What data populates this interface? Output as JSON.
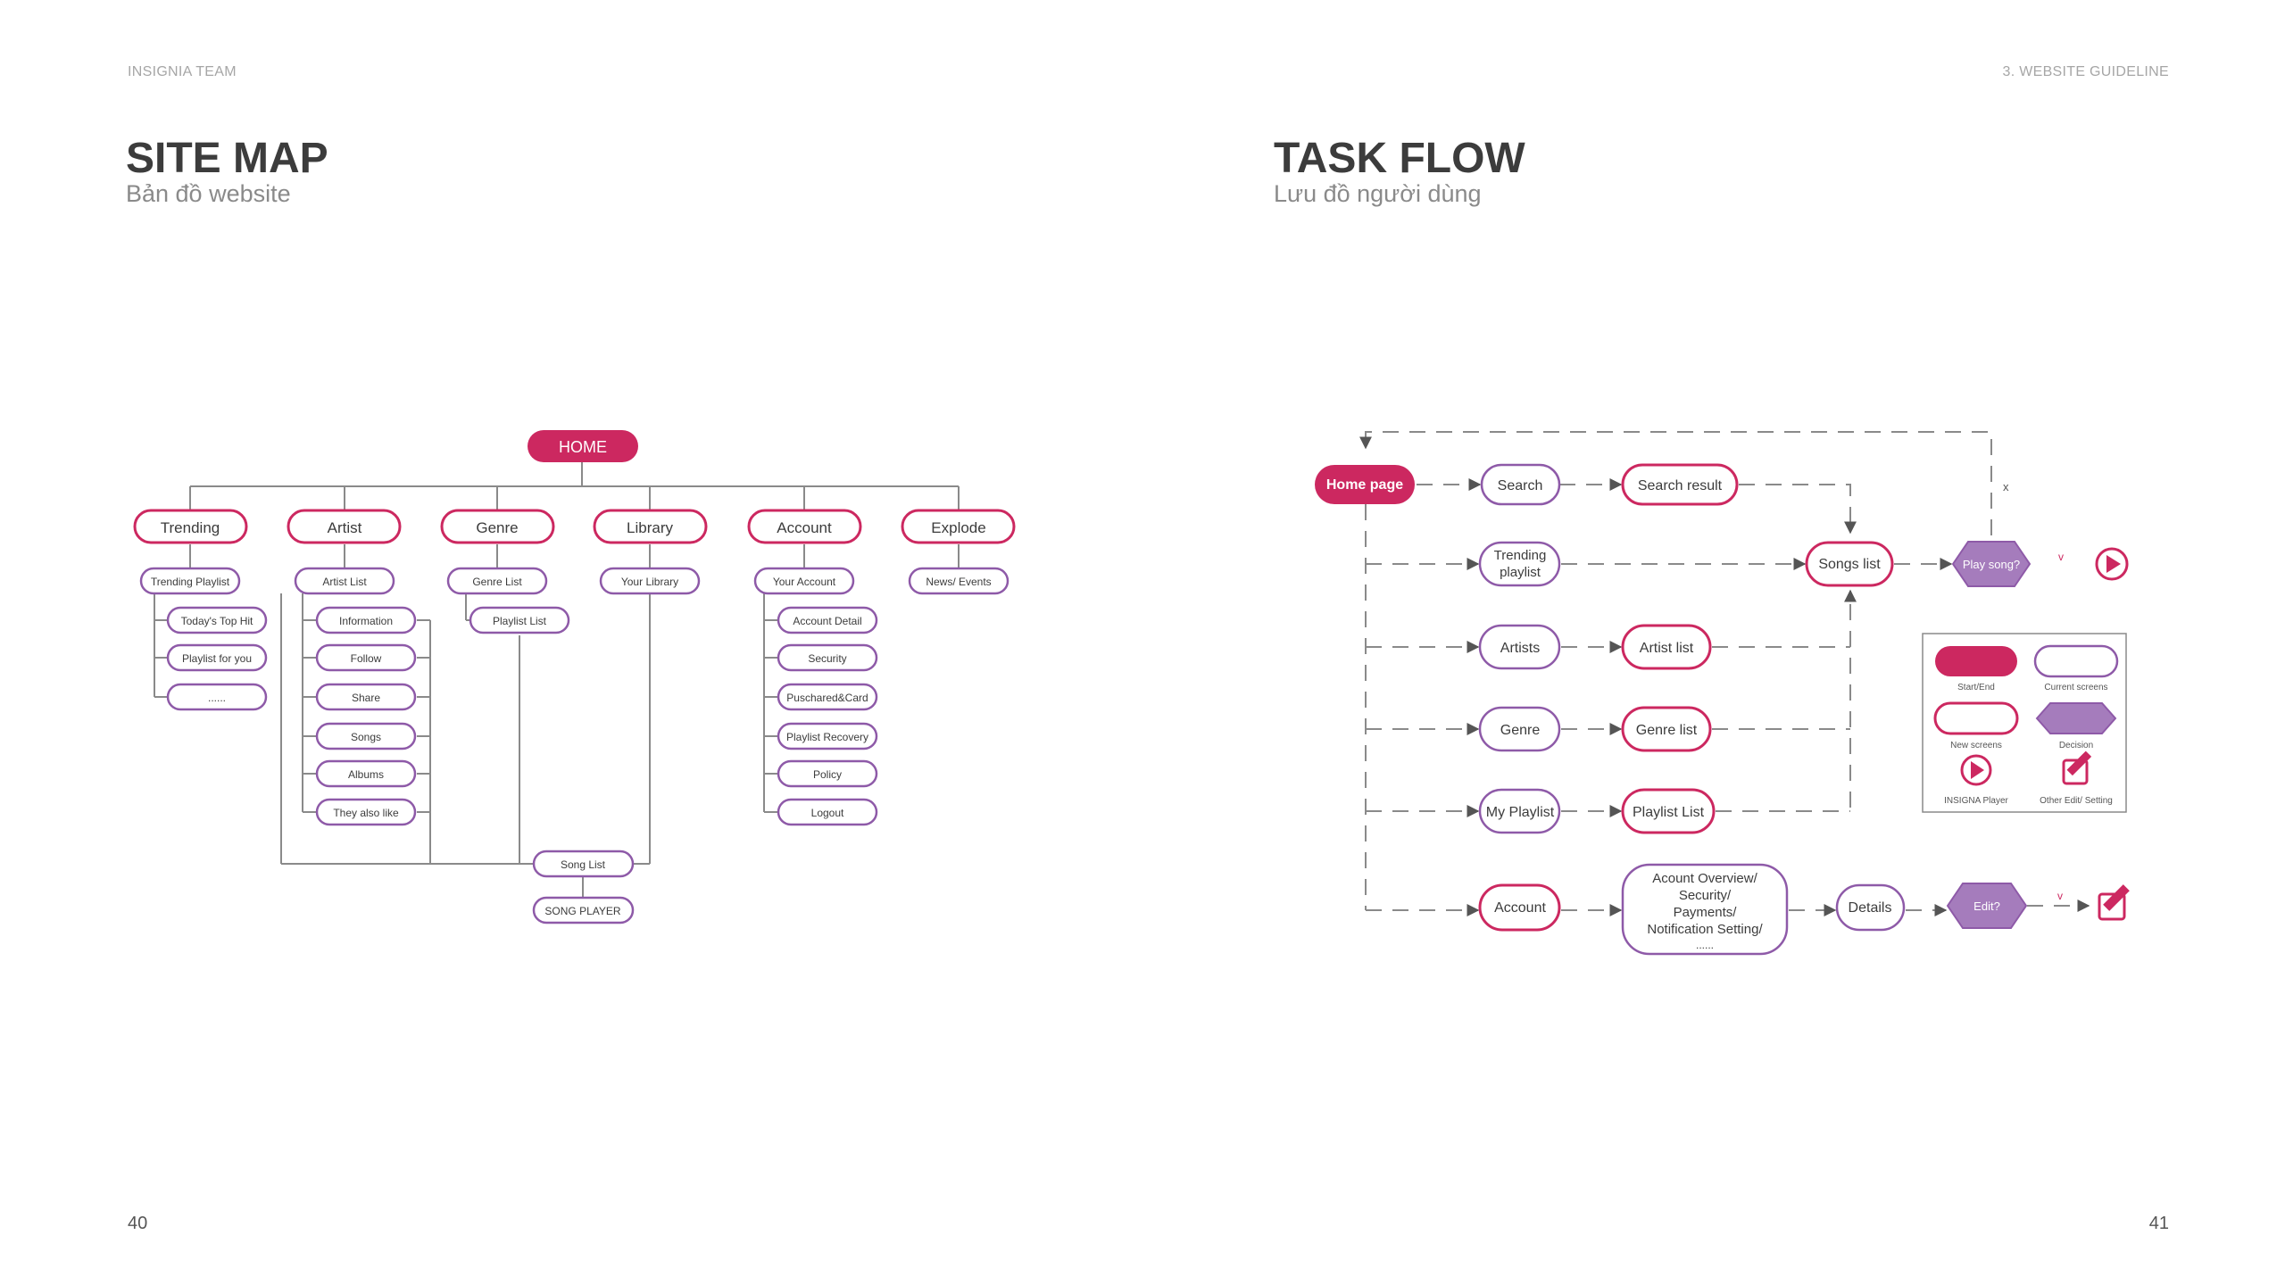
{
  "header": {
    "left": "INSIGNIA TEAM",
    "right": "3. WEBSITE GUIDELINE"
  },
  "sitemap": {
    "title": "SITE MAP",
    "subtitle": "Bản đồ website",
    "home": "HOME",
    "categories": [
      "Trending",
      "Artist",
      "Genre",
      "Library",
      "Account",
      "Explode"
    ],
    "level2": [
      "Trending Playlist",
      "Artist List",
      "Genre List",
      "Your Library",
      "Your Account",
      "News/ Events"
    ],
    "trending_items": [
      "Today's Top Hit",
      "Playlist for you",
      "......"
    ],
    "artist_items": [
      "Information",
      "Follow",
      "Share",
      "Songs",
      "Albums",
      "They also like"
    ],
    "genre_items": [
      "Playlist List"
    ],
    "account_items": [
      "Account Detail",
      "Security",
      "Puschared&Card",
      "Playlist Recovery",
      "Policy",
      "Logout"
    ],
    "song_list": "Song List",
    "song_player": "SONG PLAYER"
  },
  "taskflow": {
    "title": "TASK FLOW",
    "subtitle": "Lưu đồ người dùng",
    "home": "Home page",
    "search": "Search",
    "search_result": "Search result",
    "trending": [
      "Trending",
      "playlist"
    ],
    "songs_list": "Songs list",
    "play_song": "Play song?",
    "artists": "Artists",
    "artist_list": "Artist list",
    "genre": "Genre",
    "genre_list": "Genre list",
    "my_playlist": "My Playlist",
    "playlist_list": "Playlist List",
    "account": "Account",
    "account_overview": [
      "Acount Overview/",
      "Security/",
      "Payments/",
      "Notification Setting/",
      "......"
    ],
    "details": "Details",
    "edit": "Edit?",
    "yes_mark": "v",
    "no_mark": "x",
    "legend": {
      "start_end": "Start/End",
      "current_screens": "Current screens",
      "new_screens": "New screens",
      "decision": "Decision",
      "player": "INSIGNA Player",
      "other": "Other Edit/ Setting"
    }
  },
  "page_numbers": {
    "left": "40",
    "right": "41"
  },
  "colors": {
    "primary": "#cc2860",
    "outline_purple": "#8e5aa8",
    "decision_fill": "#a57cbc",
    "text_dark": "#3c3c3c"
  }
}
